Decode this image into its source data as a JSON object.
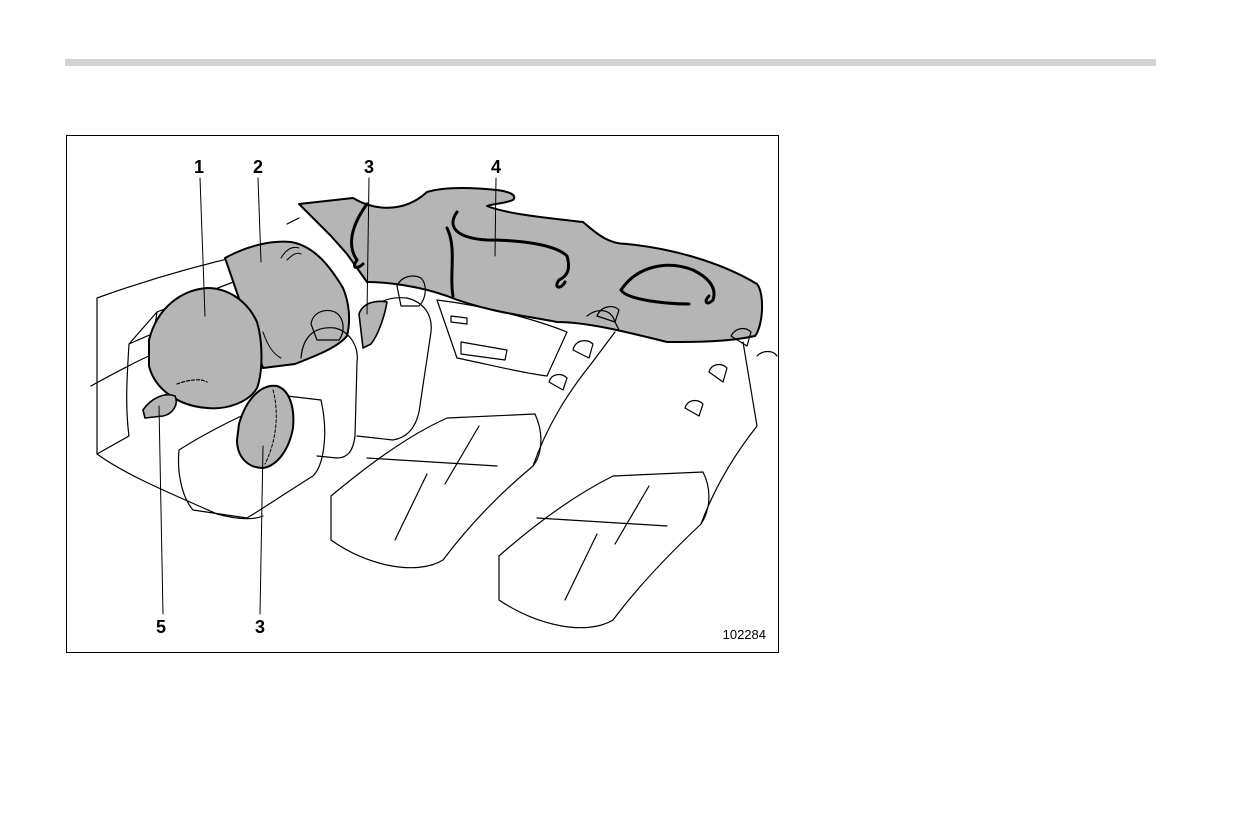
{
  "figure": {
    "figure_number": "102284",
    "callouts": {
      "c1": "1",
      "c2": "2",
      "c3_top": "3",
      "c4": "4",
      "c5": "5",
      "c3_bottom": "3"
    }
  },
  "colors": {
    "airbag_fill": "#b5b5b5",
    "line": "#000000",
    "rule": "#d3d3d3"
  }
}
